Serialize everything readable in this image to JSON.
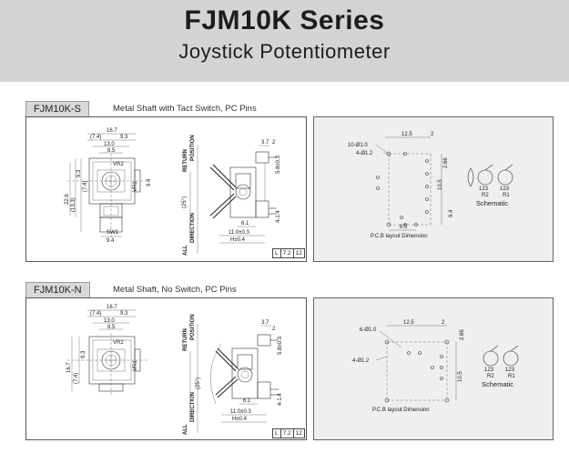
{
  "header": {
    "title": "FJM10K Series",
    "subtitle": "Joystick Potentiometer"
  },
  "sections": [
    {
      "tab": "FJM10K-S",
      "description": "Metal Shaft with Tact Switch, PC Pins",
      "front": {
        "width_total": "16.7",
        "dim_7_4": "(7.4)",
        "dim_9_3": "9.3",
        "dim_13_0": "13.0",
        "dim_8_5": "8.5",
        "vr2": "VR2",
        "vr1": "VR1",
        "sw1": "SW1",
        "h_22_6": "22.6",
        "h_13_3": "(13.3)",
        "h_9_3": "9.3",
        "h_7_4": "(7.4)",
        "dim_9_4": "9.4",
        "dim_9_4_right": "9.4"
      },
      "side": {
        "position": "POSITION",
        "return": "RETURN",
        "direction": "DIRECTION",
        "all": "ALL",
        "angle": "(25°)",
        "dim_3_7": "3.7",
        "dim_2": "2",
        "dim_5_8": "5.8±0.3",
        "dim_6_1": "6.1",
        "dim_1_4": "4-1.4",
        "dim_11": "11.0±0.3",
        "dim_h": "H±0.4",
        "scale_l": "L",
        "scale_a": "7.2",
        "scale_b": "12"
      },
      "pcb": {
        "holes_10": "10-Ø1.0",
        "holes_4": "4-Ø1.2",
        "dim_12_5": "12.5",
        "dim_2": "2",
        "dim_2_66": "2.66",
        "dim_10_5": "10.5",
        "dim_9_4": "9.4",
        "dim_6_5": "6.5",
        "caption": "P.C.B layout Dimension"
      },
      "schematic": {
        "pins_r2": "123",
        "pins_r1": "123",
        "r2": "R2",
        "r1": "R1",
        "label": "Schematic"
      }
    },
    {
      "tab": "FJM10K-N",
      "description": "Metal Shaft, No Switch, PC Pins",
      "front": {
        "width_total": "16.7",
        "dim_7_4": "(7.4)",
        "dim_9_3": "9.3",
        "dim_13_0": "13.0",
        "dim_8_5": "8.5",
        "vr2": "VR2",
        "vr1": "VR1",
        "h_16_7": "16.7",
        "h_7_4": "(7.4)",
        "h_9_3": "9.3"
      },
      "side": {
        "position": "POSITION",
        "return": "RETURN",
        "direction": "DIRECTION",
        "all": "ALL",
        "angle": "(25°)",
        "dim_3_7": "3.7",
        "dim_2": "2",
        "dim_5_8": "5.8±0.3",
        "dim_6_1": "6.1",
        "dim_1_4": "4-1.4",
        "dim_11": "11.0±0.3",
        "dim_h": "H±0.4",
        "scale_l": "L",
        "scale_a": "7.2",
        "scale_b": "12"
      },
      "pcb": {
        "holes_6": "6-Ø1.0",
        "holes_4": "4-Ø1.2",
        "dim_12_5": "12.5",
        "dim_2": "2",
        "dim_2_66": "2.66",
        "dim_10_5": "10.5",
        "caption": "P.C.B layout Dimension"
      },
      "schematic": {
        "pins_r2": "123",
        "pins_r1": "123",
        "r2": "R2",
        "r1": "R1",
        "label": "Schematic"
      }
    }
  ]
}
